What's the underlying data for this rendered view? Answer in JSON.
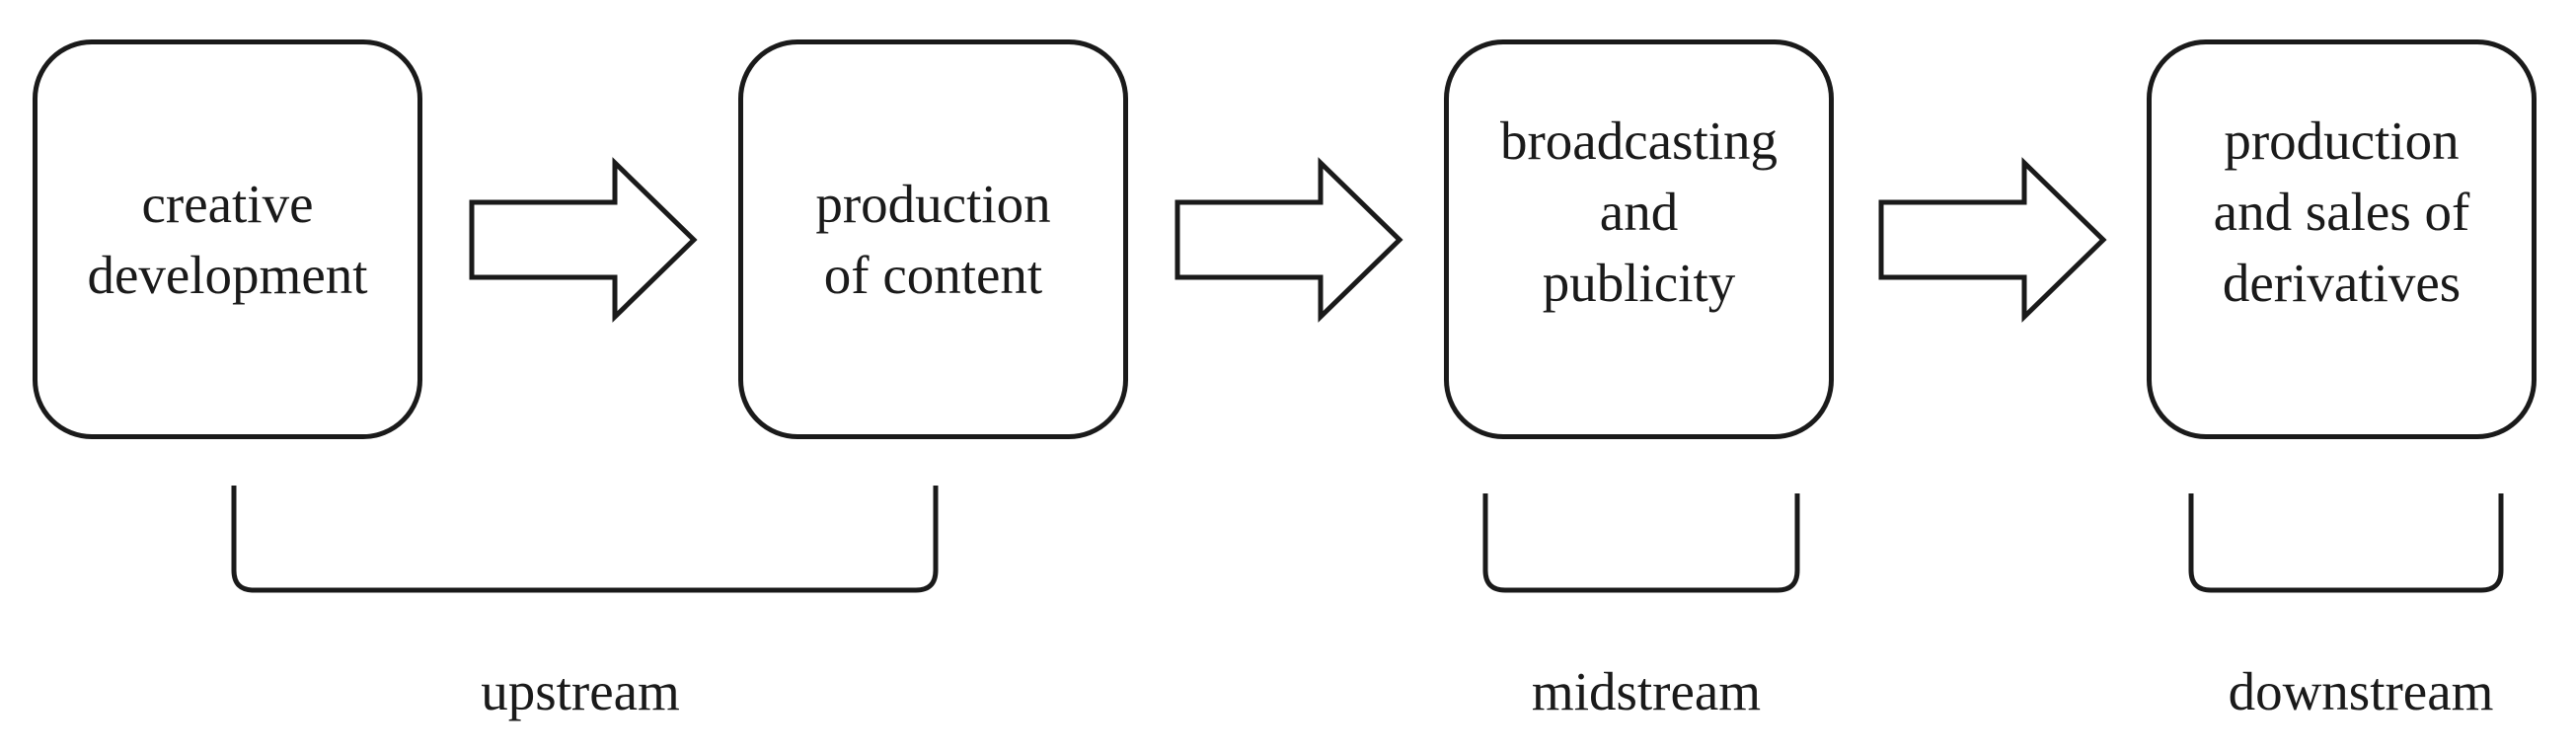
{
  "diagram": {
    "nodes": [
      {
        "id": "creative-development",
        "label": "creative\ndevelopment"
      },
      {
        "id": "production-of-content",
        "label": "production\nof content"
      },
      {
        "id": "broadcasting-and-publicity",
        "label": "broadcasting\nand\npublicity"
      },
      {
        "id": "production-and-sales-of-derivatives",
        "label": "production\nand sales of\nderivatives"
      }
    ],
    "edges": [
      {
        "from": "creative-development",
        "to": "production-of-content"
      },
      {
        "from": "production-of-content",
        "to": "broadcasting-and-publicity"
      },
      {
        "from": "broadcasting-and-publicity",
        "to": "production-and-sales-of-derivatives"
      }
    ],
    "groups": [
      {
        "label": "upstream",
        "nodes": [
          "creative-development",
          "production-of-content"
        ]
      },
      {
        "label": "midstream",
        "nodes": [
          "broadcasting-and-publicity"
        ]
      },
      {
        "label": "downstream",
        "nodes": [
          "production-and-sales-of-derivatives"
        ]
      }
    ]
  },
  "colors": {
    "stroke": "#1a1a1a",
    "background": "#ffffff"
  }
}
